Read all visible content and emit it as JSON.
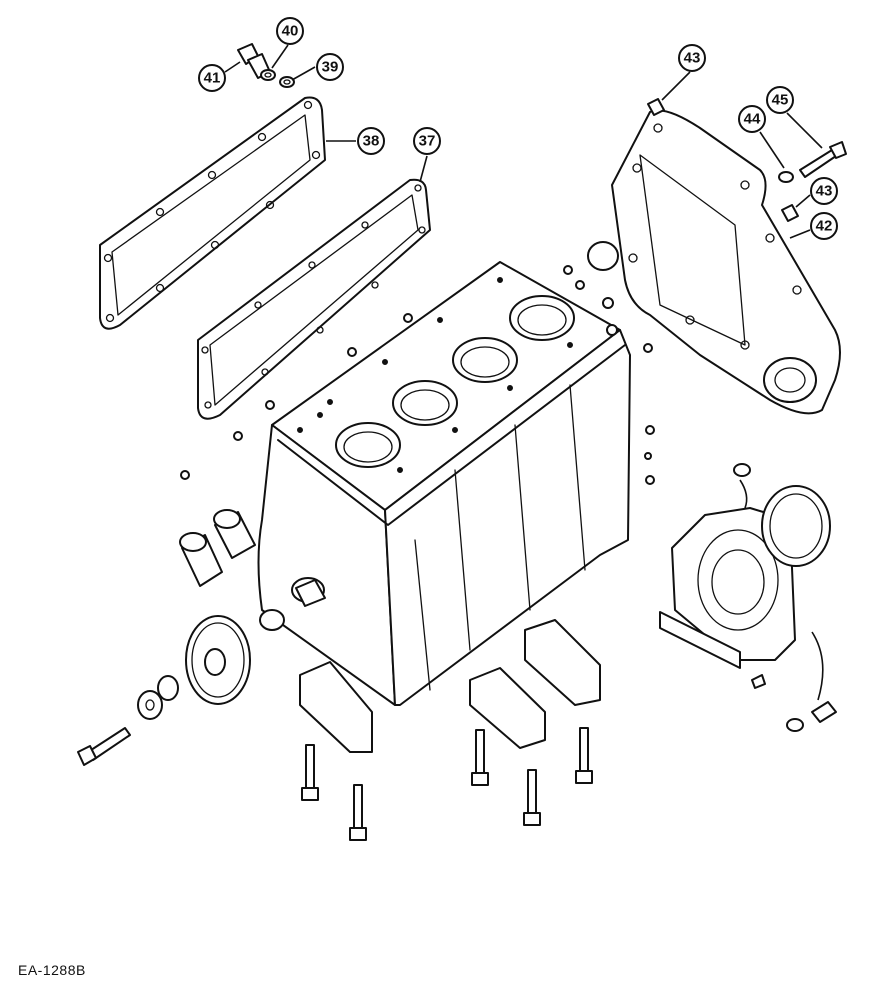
{
  "figure_code": "EA-1288B",
  "callouts": [
    {
      "id": "c37",
      "label": "37"
    },
    {
      "id": "c38",
      "label": "38"
    },
    {
      "id": "c39",
      "label": "39"
    },
    {
      "id": "c40",
      "label": "40"
    },
    {
      "id": "c41",
      "label": "41"
    },
    {
      "id": "c42",
      "label": "42"
    },
    {
      "id": "c43a",
      "label": "43"
    },
    {
      "id": "c43b",
      "label": "43"
    },
    {
      "id": "c44",
      "label": "44"
    },
    {
      "id": "c45",
      "label": "45"
    }
  ]
}
